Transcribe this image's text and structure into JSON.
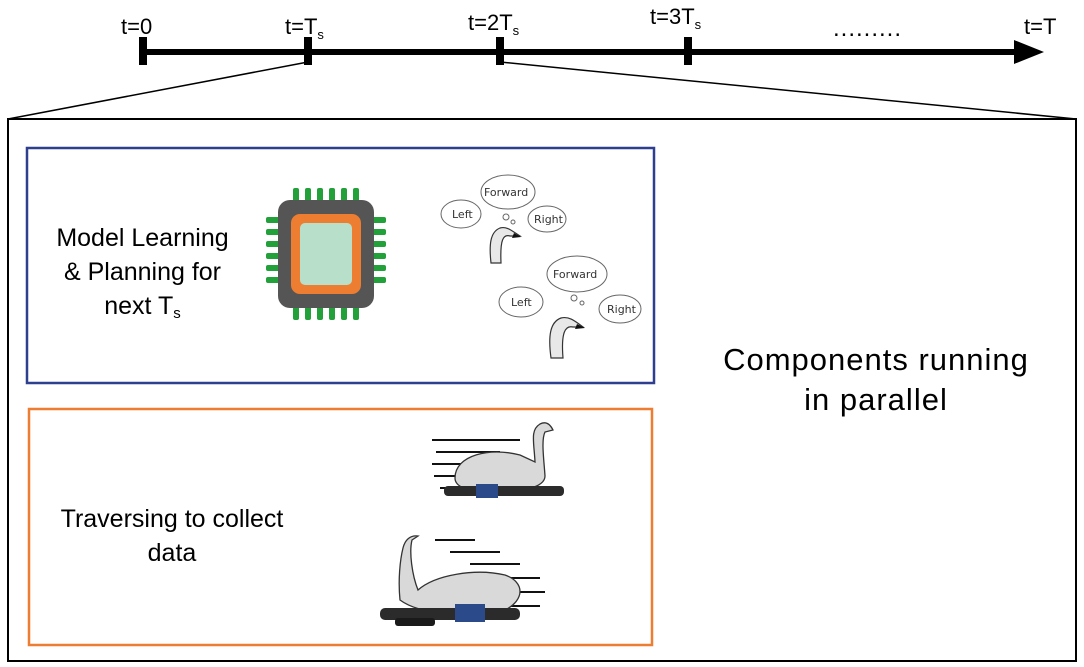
{
  "timeline": {
    "ticks": [
      {
        "main": "t=0",
        "sub": ""
      },
      {
        "main": "t=T",
        "sub": "s"
      },
      {
        "main": "t=2T",
        "sub": "s"
      },
      {
        "main": "t=3T",
        "sub": "s"
      }
    ],
    "ellipsis": ".........",
    "end_label": "t=T"
  },
  "planning_box": {
    "label_line1": "Model Learning",
    "label_line2": "& Planning for",
    "label_line3": "next T",
    "label_line3_sub": "s",
    "clouds_top": {
      "forward": "Forward",
      "left": "Left",
      "right": "Right"
    },
    "clouds_bottom": {
      "forward": "Forward",
      "left": "Left",
      "right": "Right"
    },
    "border_color": "#2e3f8f"
  },
  "traverse_box": {
    "label_line1": "Traversing to collect",
    "label_line2": "data",
    "border_color": "#ed7d31"
  },
  "parallel_label": {
    "line1": "Components running",
    "line2": "in parallel"
  },
  "icons": [
    "chip-icon",
    "swan-head-icon",
    "swan-robot-icon"
  ]
}
